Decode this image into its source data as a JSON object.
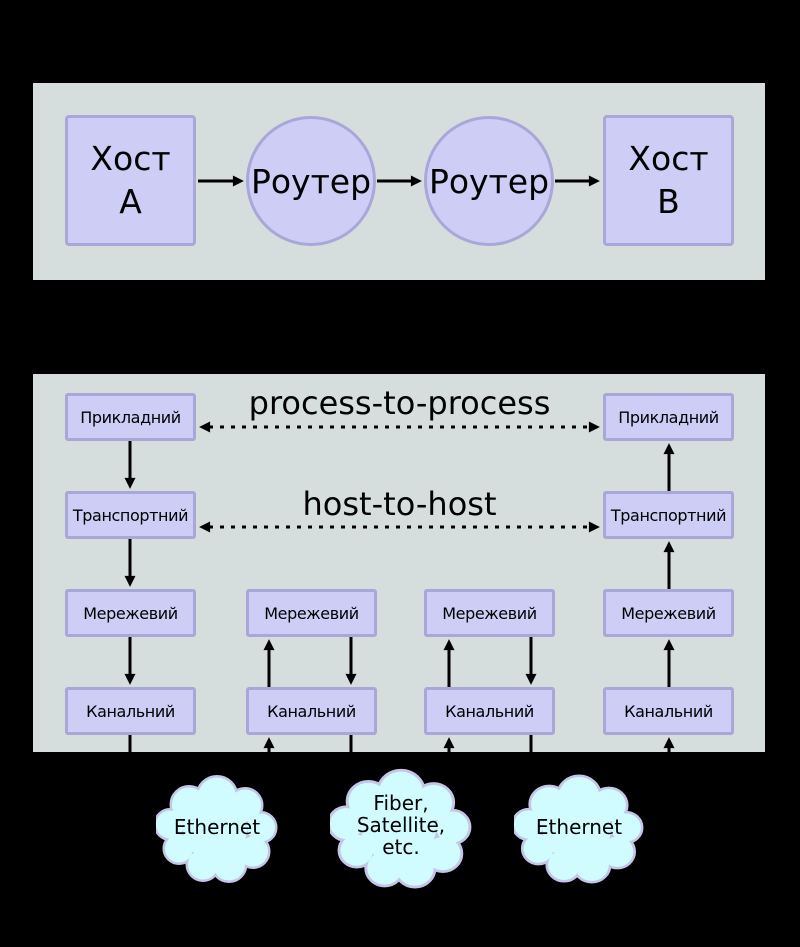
{
  "colors": {
    "background": "#000000",
    "panel": "#d5dedd",
    "node_fill": "#cdcdf5",
    "node_border": "#a8a8d8",
    "cloud_fill": "#d0fbff",
    "cloud_border": "#c5c5ea",
    "arrow": "#000000"
  },
  "top_panel": {
    "nodes": [
      {
        "shape": "square",
        "lines": [
          "Хост",
          "A"
        ]
      },
      {
        "shape": "circle",
        "lines": [
          "Роутер"
        ]
      },
      {
        "shape": "circle",
        "lines": [
          "Роутер"
        ]
      },
      {
        "shape": "square",
        "lines": [
          "Хост",
          "B"
        ]
      }
    ]
  },
  "stack_panel": {
    "annotations": [
      {
        "label": "process-to-process"
      },
      {
        "label": "host-to-host"
      }
    ],
    "columns": [
      {
        "layers": [
          "Прикладний",
          "Транспортний",
          "Мережевий",
          "Канальний"
        ]
      },
      {
        "layers": [
          "Мережевий",
          "Канальний"
        ]
      },
      {
        "layers": [
          "Мережевий",
          "Канальний"
        ]
      },
      {
        "layers": [
          "Прикладний",
          "Транспортний",
          "Мережевий",
          "Канальний"
        ]
      }
    ]
  },
  "clouds": [
    {
      "lines": [
        "Ethernet"
      ]
    },
    {
      "lines": [
        "Fiber,",
        "Satellite,",
        "etc."
      ]
    },
    {
      "lines": [
        "Ethernet"
      ]
    }
  ]
}
